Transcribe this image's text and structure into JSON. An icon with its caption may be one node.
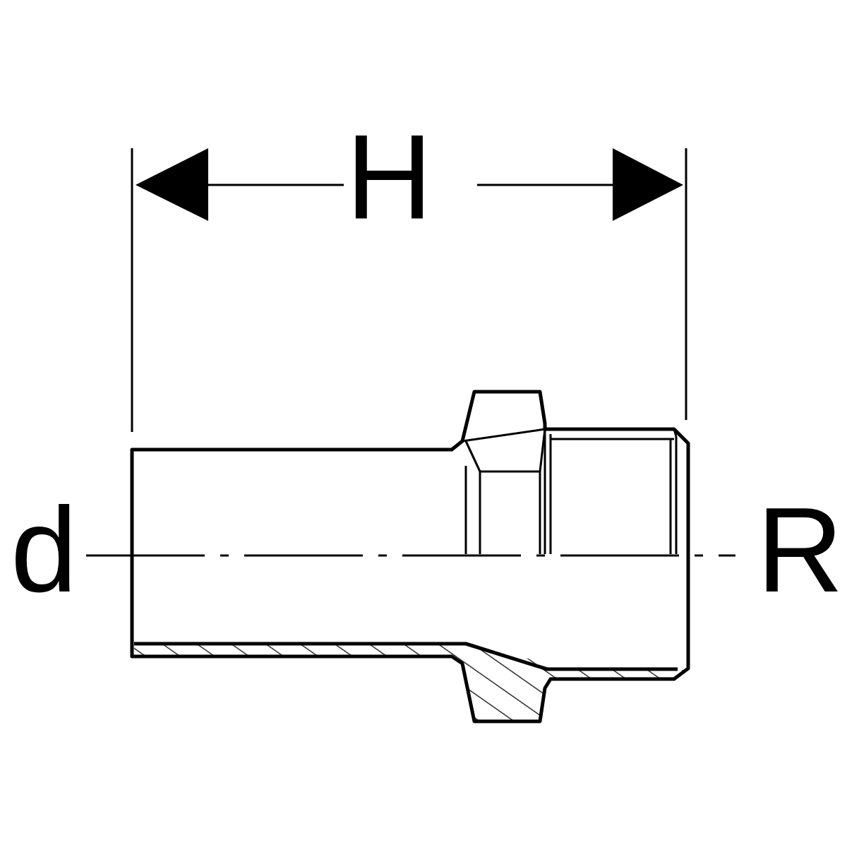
{
  "diagram": {
    "labels": [
      "H",
      "d",
      "R"
    ]
  }
}
